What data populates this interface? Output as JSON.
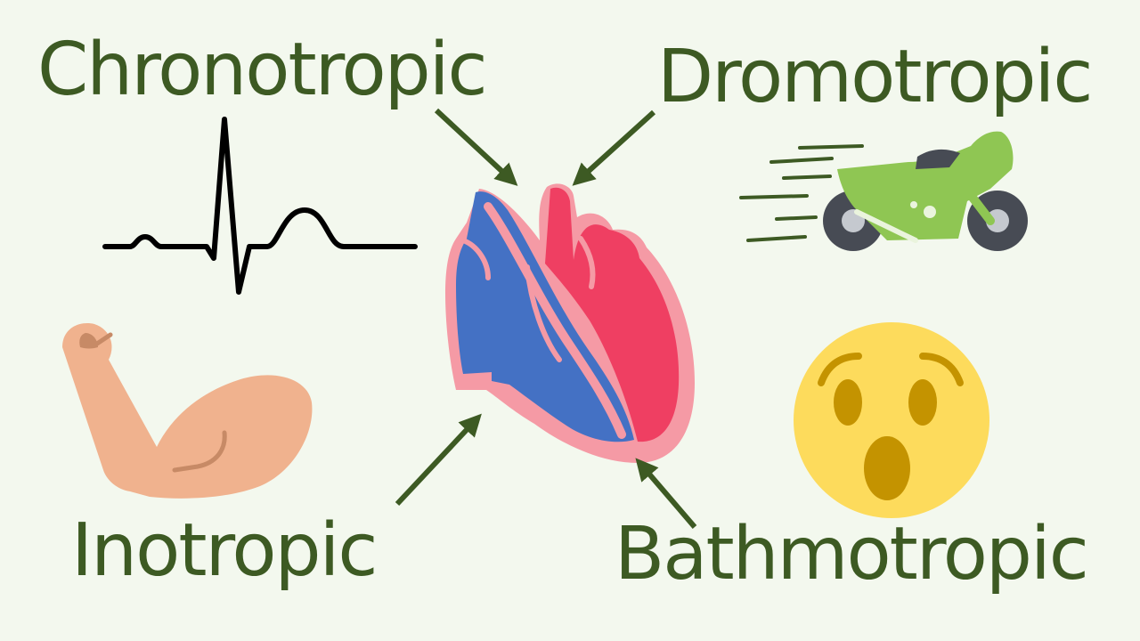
{
  "labels": {
    "chronotropic": "Chronotropic",
    "dromotropic": "Dromotropic",
    "inotropic": "Inotropic",
    "bathmotropic": "Bathmotropic"
  },
  "colors": {
    "background": "#f3f8ee",
    "text": "#3d5a23",
    "arrow": "#3d5a23",
    "heart_red": "#ef3f62",
    "heart_blue": "#4471c4",
    "heart_pink": "#f59aa5",
    "ecg": "#000000",
    "arm_skin": "#f0b28e",
    "arm_shade": "#c78a66",
    "motorcycle_green": "#8fc653",
    "motorcycle_tire": "#474b54",
    "emoji_yellow": "#fddb5c",
    "emoji_feature": "#c49300"
  },
  "icons": {
    "ecg": "ecg-waveform-icon",
    "heart": "anatomical-heart-icon",
    "arm": "flexed-bicep-icon",
    "motorcycle": "speeding-motorcycle-icon",
    "emoji": "surprised-face-icon"
  }
}
